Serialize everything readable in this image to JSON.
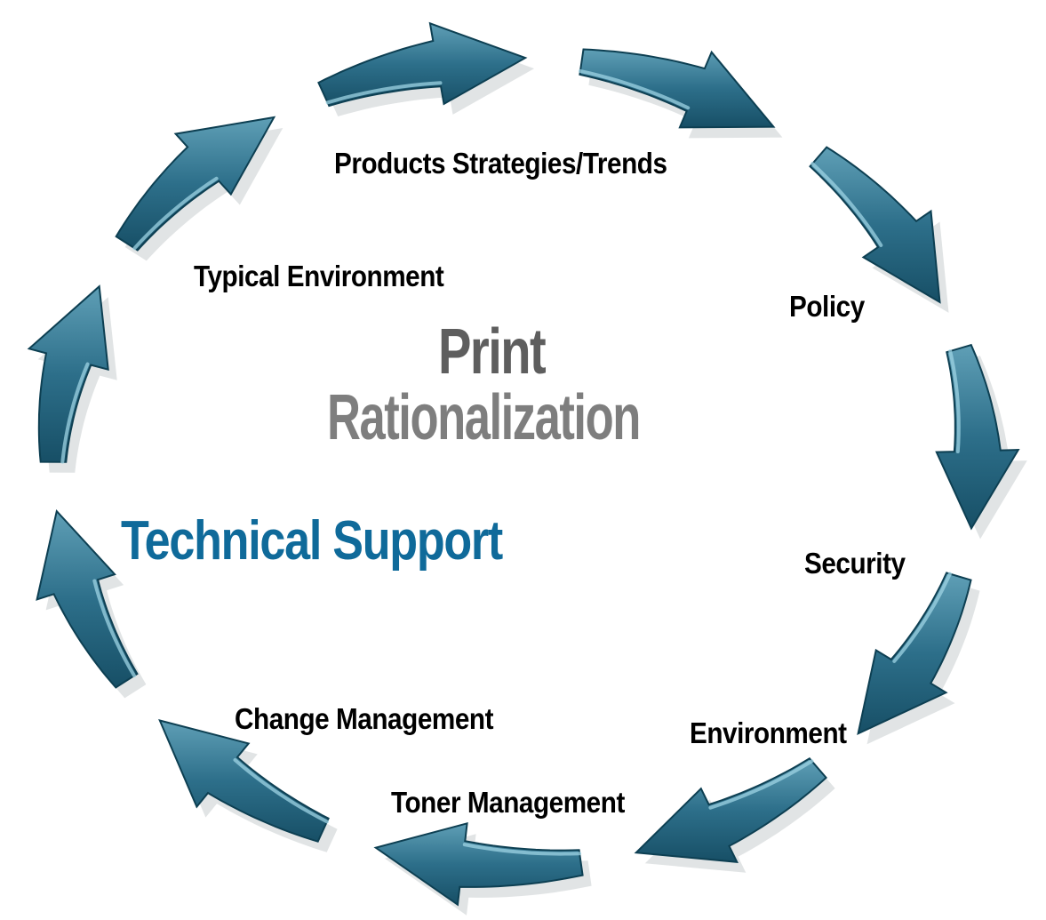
{
  "diagram": {
    "title_line1": "Print",
    "title_line2": "Rationalization",
    "highlight": "Technical Support",
    "items": [
      {
        "label": "Products Strategies/Trends"
      },
      {
        "label": "Policy"
      },
      {
        "label": "Security"
      },
      {
        "label": "Environment"
      },
      {
        "label": "Toner Management"
      },
      {
        "label": "Change Management"
      },
      {
        "label": "Typical Environment"
      }
    ],
    "arrow_count": 11,
    "arrow_direction": "clockwise",
    "colors": {
      "arrow_light": "#4f8ea6",
      "arrow_dark": "#1f5a73",
      "arrow_outline": "#0d3f52",
      "title_print": "#5e5e5e",
      "title_rationalization": "#7e7e7e",
      "highlight": "#0f6a9a",
      "labels": "#000000",
      "background": "#ffffff"
    }
  }
}
